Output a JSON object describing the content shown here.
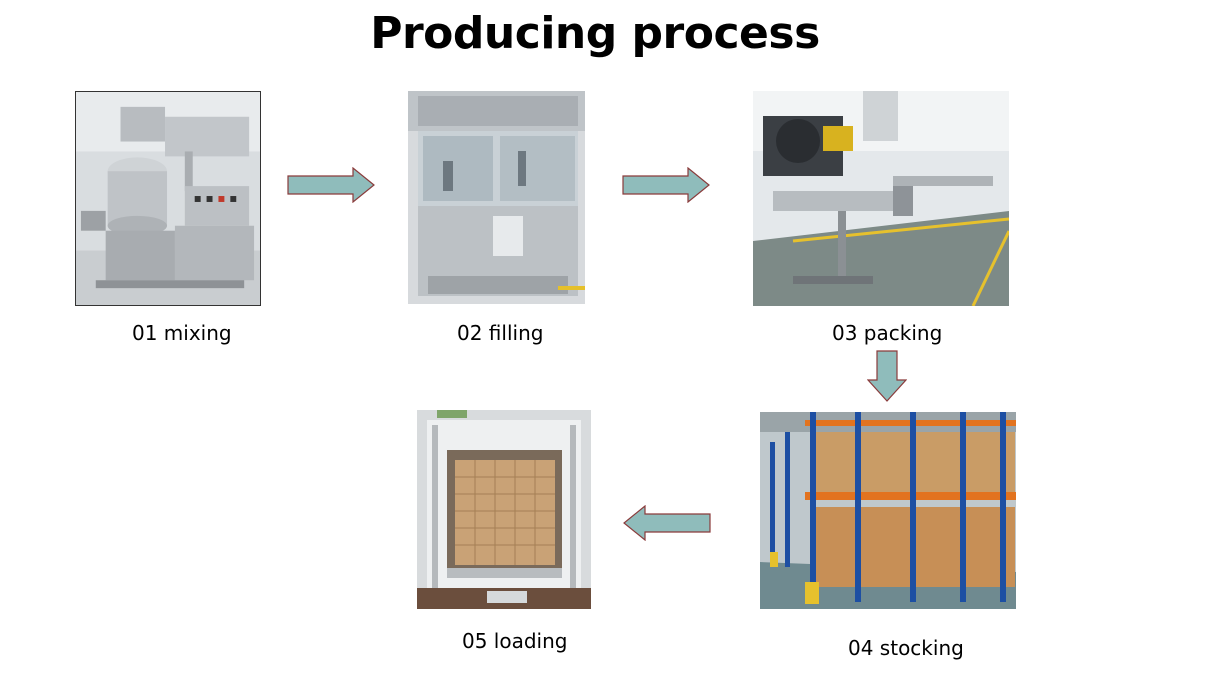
{
  "title": "Producing process",
  "steps": [
    {
      "label": "01 mixing"
    },
    {
      "label": "02 filling"
    },
    {
      "label": "03 packing"
    },
    {
      "label": "04 stocking"
    },
    {
      "label": "05 loading"
    }
  ],
  "colors": {
    "arrow_fill": "#8fbcbb",
    "arrow_stroke": "#8a3b3b"
  }
}
